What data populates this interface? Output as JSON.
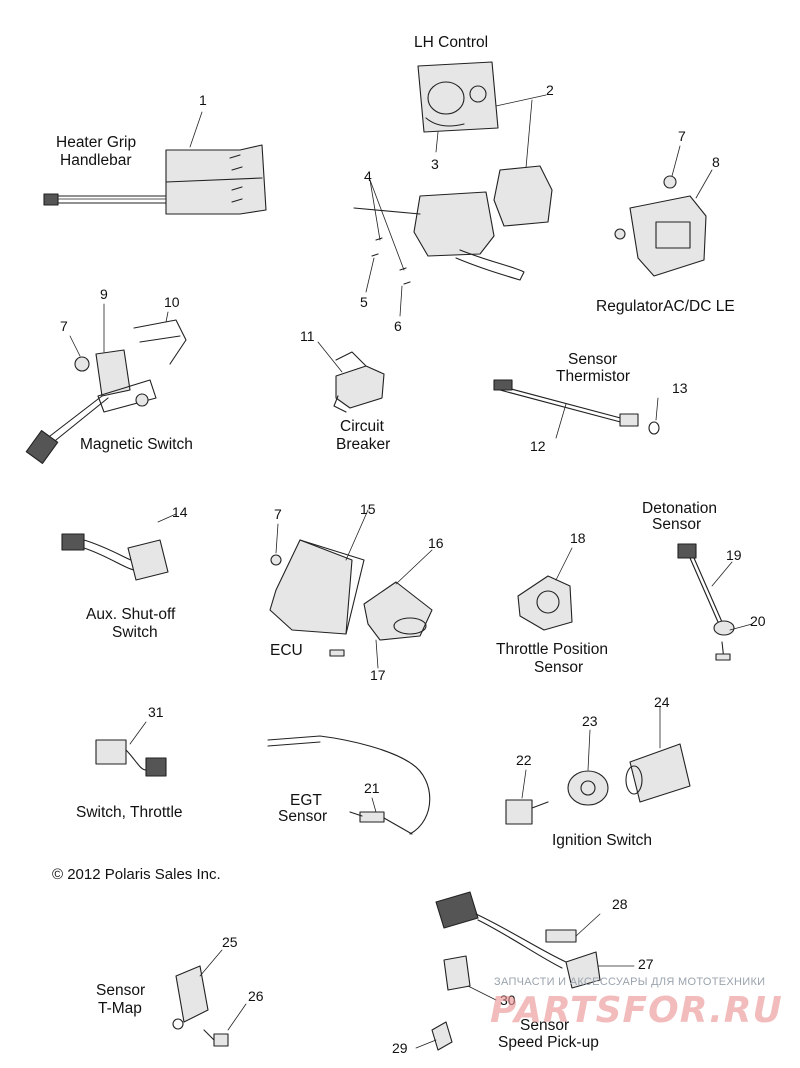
{
  "labels": {
    "lh_control": "LH Control",
    "heater_grip_line1": "Heater Grip",
    "heater_grip_line2": "Handlebar",
    "regulator": "RegulatorAC/DC LE",
    "magnetic_switch": "Magnetic Switch",
    "circuit_line1": "Circuit",
    "circuit_line2": "Breaker",
    "sensor_thermistor_line1": "Sensor",
    "sensor_thermistor_line2": "Thermistor",
    "detonation_line1": "Detonation",
    "detonation_line2": "Sensor",
    "aux_line1": "Aux. Shut-off",
    "aux_line2": "Switch",
    "ecu": "ECU",
    "tps_line1": "Throttle Position",
    "tps_line2": "Sensor",
    "switch_throttle": "Switch, Throttle",
    "egt_line1": "EGT",
    "egt_line2": "Sensor",
    "ignition_switch": "Ignition Switch",
    "tmap_line1": "Sensor",
    "tmap_line2": "T-Map",
    "speed_line1": "Sensor",
    "speed_line2": "Speed Pick-up"
  },
  "callouts": {
    "n1": "1",
    "n2": "2",
    "n3": "3",
    "n4": "4",
    "n5": "5",
    "n6": "6",
    "n7a": "7",
    "n8": "8",
    "n9": "9",
    "n10": "10",
    "n7b": "7",
    "n11": "11",
    "n12": "12",
    "n13": "13",
    "n14": "14",
    "n7c": "7",
    "n15": "15",
    "n16": "16",
    "n17": "17",
    "n18": "18",
    "n19": "19",
    "n20": "20",
    "n31": "31",
    "n21": "21",
    "n22": "22",
    "n23": "23",
    "n24": "24",
    "n25": "25",
    "n26": "26",
    "n28": "28",
    "n27": "27",
    "n30": "30",
    "n29": "29"
  },
  "copyright": "© 2012 Polaris Sales Inc.",
  "watermark": {
    "tagline": "ЗАПЧАСТИ И АКСЕССУАРЫ ДЛЯ МОТОТЕХНИКИ",
    "logo": "PARTSFOR.RU"
  }
}
